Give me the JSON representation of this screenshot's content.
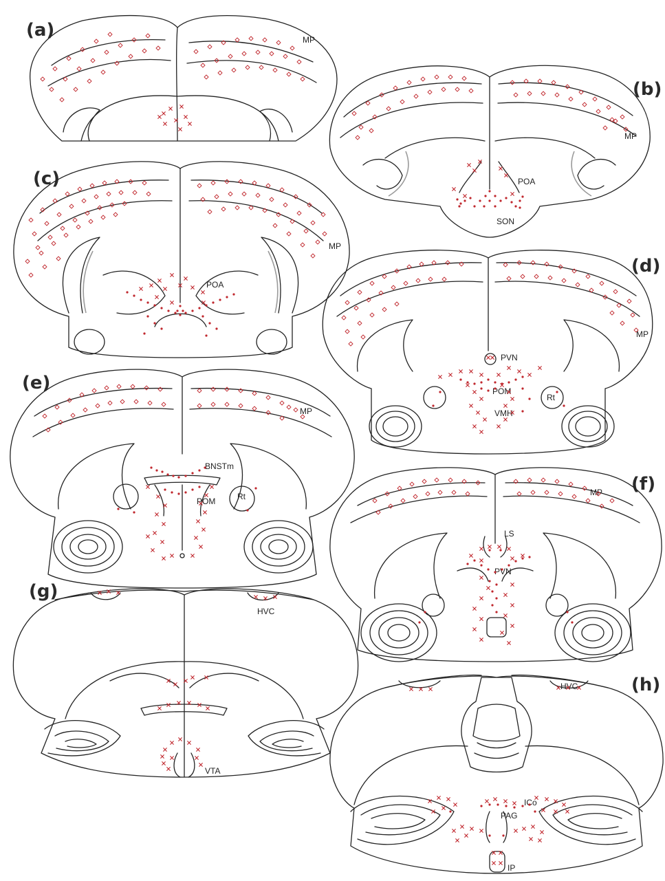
{
  "colors": {
    "outline": "#222222",
    "marker": "#c0272d",
    "grey_line": "#9a9a9a"
  },
  "legend_note": "",
  "panels": [
    {
      "id": "a",
      "letter": "(a)",
      "labels": {
        "mp": "MP"
      }
    },
    {
      "id": "b",
      "letter": "(b)",
      "labels": {
        "mp": "MP",
        "poa": "POA",
        "son": "SON"
      }
    },
    {
      "id": "c",
      "letter": "(c)",
      "labels": {
        "mp": "MP",
        "poa": "POA"
      }
    },
    {
      "id": "d",
      "letter": "(d)",
      "labels": {
        "mp": "MP",
        "pvn": "PVN",
        "pom": "POM",
        "vmh": "VMH",
        "rt": "Rt"
      }
    },
    {
      "id": "e",
      "letter": "(e)",
      "labels": {
        "mp": "MP",
        "bnstm": "BNSTm",
        "pom": "POM",
        "rt": "Rt"
      }
    },
    {
      "id": "f",
      "letter": "(f)",
      "labels": {
        "mp": "MP",
        "ls": "LS",
        "pvn": "PVN"
      }
    },
    {
      "id": "g",
      "letter": "(g)",
      "labels": {
        "hvc": "HVC",
        "vta": "VTA"
      }
    },
    {
      "id": "h",
      "letter": "(h)",
      "labels": {
        "hvc": "HVC",
        "ico": "ICo",
        "pag": "PAG",
        "ip": "IP"
      }
    }
  ],
  "marker_types": {
    "open_diamond": "diamond",
    "cross": "x",
    "dot": "dot"
  }
}
